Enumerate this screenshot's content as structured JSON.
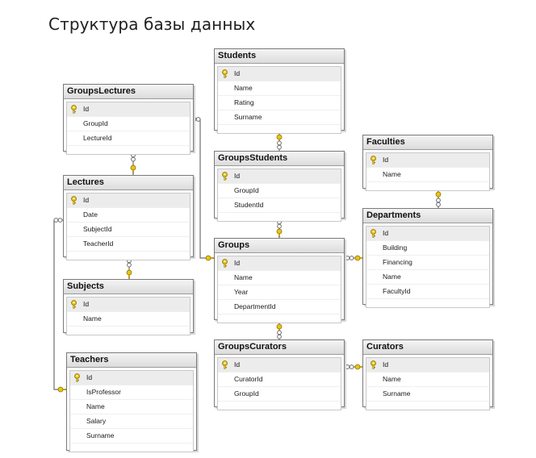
{
  "title": "Структура базы данных",
  "colors": {
    "key": "#e8c417",
    "line": "#6d6d6d",
    "header": "#e4e4e4"
  },
  "tables": {
    "students": {
      "name": "Students",
      "fields": [
        "Id",
        "Name",
        "Rating",
        "Surname"
      ]
    },
    "groupslectures": {
      "name": "GroupsLectures",
      "fields": [
        "Id",
        "GroupId",
        "LectureId"
      ]
    },
    "faculties": {
      "name": "Faculties",
      "fields": [
        "Id",
        "Name"
      ]
    },
    "groupsstudents": {
      "name": "GroupsStudents",
      "fields": [
        "Id",
        "GroupId",
        "StudentId"
      ]
    },
    "lectures": {
      "name": "Lectures",
      "fields": [
        "Id",
        "Date",
        "SubjectId",
        "TeacherId"
      ]
    },
    "departments": {
      "name": "Departments",
      "fields": [
        "Id",
        "Building",
        "Financing",
        "Name",
        "FacultyId"
      ]
    },
    "groups": {
      "name": "Groups",
      "fields": [
        "Id",
        "Name",
        "Year",
        "DepartmentId"
      ]
    },
    "subjects": {
      "name": "Subjects",
      "fields": [
        "Id",
        "Name"
      ]
    },
    "groupscurators": {
      "name": "GroupsCurators",
      "fields": [
        "Id",
        "CuratorId",
        "GroupId"
      ]
    },
    "curators": {
      "name": "Curators",
      "fields": [
        "Id",
        "Name",
        "Surname"
      ]
    },
    "teachers": {
      "name": "Teachers",
      "fields": [
        "Id",
        "IsProfessor",
        "Name",
        "Salary",
        "Surname"
      ]
    }
  }
}
